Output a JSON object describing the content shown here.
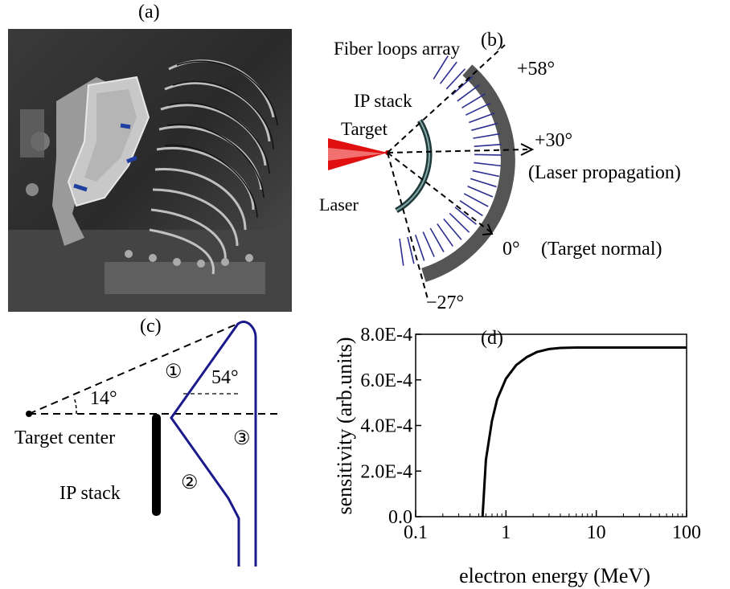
{
  "panels": {
    "a": {
      "label": "(a)"
    },
    "b": {
      "label": "(b)",
      "fiber_loops": "Fiber loops array",
      "ip_stack": "IP stack",
      "target": "Target",
      "laser": "Laser",
      "angle_top": "+58°",
      "angle_laser": "+30°",
      "laser_prop": "(Laser propagation)",
      "angle_normal": "0°",
      "target_normal": "(Target normal)",
      "angle_bottom": "−27°"
    },
    "c": {
      "label": "(c)",
      "angle_14": "14°",
      "angle_54": "54°",
      "target_center": "Target center",
      "ip_stack": "IP stack",
      "mark1": "①",
      "mark2": "②",
      "mark3": "③"
    },
    "d": {
      "label": "(d)"
    }
  },
  "colors": {
    "fiber": "#2a2f8f",
    "laser": "#e01010",
    "arc_dark": "#555555"
  },
  "chart_data": {
    "type": "line",
    "title": "",
    "xlabel": "electron energy (MeV)",
    "ylabel": "sensitivity (arb.units)",
    "xscale": "log",
    "xlim": [
      0.1,
      100
    ],
    "ylim": [
      0,
      0.0008
    ],
    "xticks": [
      "0.1",
      "1",
      "10",
      "100"
    ],
    "yticks": [
      "0.0",
      "2.0E-4",
      "4.0E-4",
      "6.0E-4",
      "8.0E-4"
    ],
    "series": [
      {
        "x": [
          0.55,
          0.6,
          0.7,
          0.8,
          1.0,
          1.3,
          1.7,
          2.2,
          3.0,
          4.0,
          6.0,
          10,
          20,
          50,
          100
        ],
        "y": [
          0.0,
          0.00025,
          0.00042,
          0.000515,
          0.000605,
          0.000665,
          0.0007,
          0.000722,
          0.000735,
          0.00074,
          0.000742,
          0.000742,
          0.000742,
          0.000742,
          0.000742
        ]
      }
    ]
  }
}
